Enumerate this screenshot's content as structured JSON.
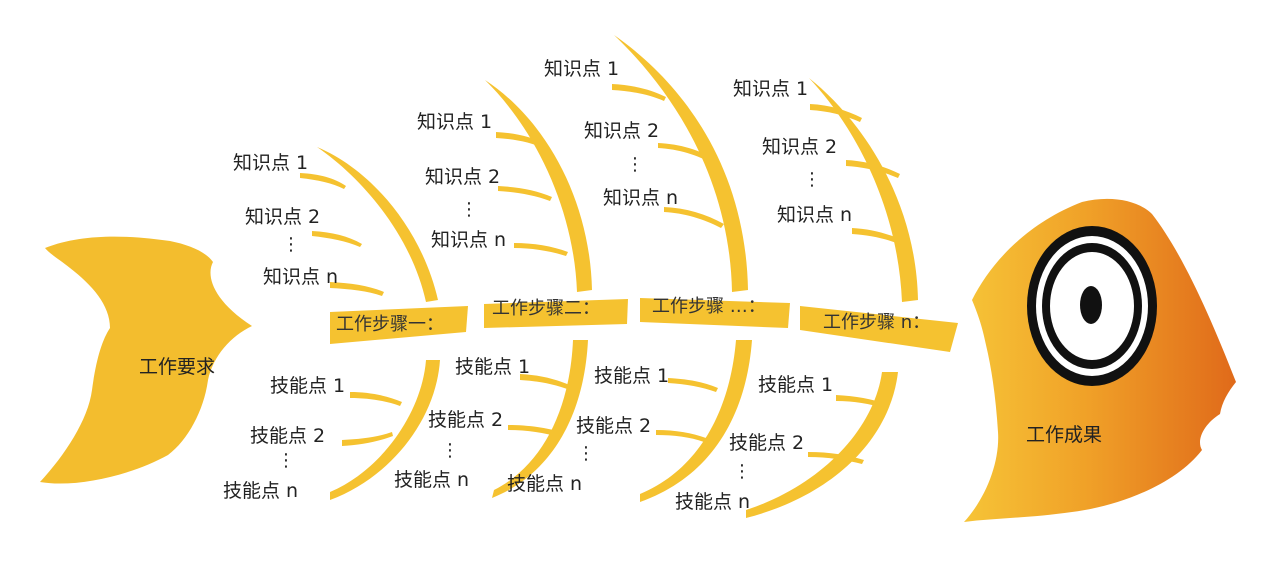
{
  "tail": {
    "label": "工作要求"
  },
  "head": {
    "label": "工作成果"
  },
  "steps": [
    {
      "title": "工作步骤一：",
      "knowledge": [
        "知识点 1",
        "知识点 2",
        "⋮",
        "知识点 n"
      ],
      "skills": [
        "技能点 1",
        "技能点 2",
        "⋮",
        "技能点 n"
      ]
    },
    {
      "title": "工作步骤二：",
      "knowledge": [
        "知识点 1",
        "知识点 2",
        "⋮",
        "知识点 n"
      ],
      "skills": [
        "技能点 1",
        "技能点 2",
        "⋮",
        "技能点 n"
      ]
    },
    {
      "title": "工作步骤 …：",
      "knowledge": [
        "知识点 1",
        "知识点 2",
        "⋮",
        "知识点 n"
      ],
      "skills": [
        "技能点 1",
        "技能点 2",
        "⋮",
        "技能点 n"
      ]
    },
    {
      "title": "工作步骤 n：",
      "knowledge": [
        "知识点 1",
        "知识点 2",
        "⋮",
        "知识点 n"
      ],
      "skills": [
        "技能点 1",
        "技能点 2",
        "⋮",
        "技能点 n"
      ]
    }
  ],
  "colors": {
    "bone": "#F5C230",
    "tail": "#F3BD2E",
    "head_light": "#F6C437",
    "head_dark": "#E2711C",
    "eye_ring": "#111111",
    "text": "#222222"
  }
}
